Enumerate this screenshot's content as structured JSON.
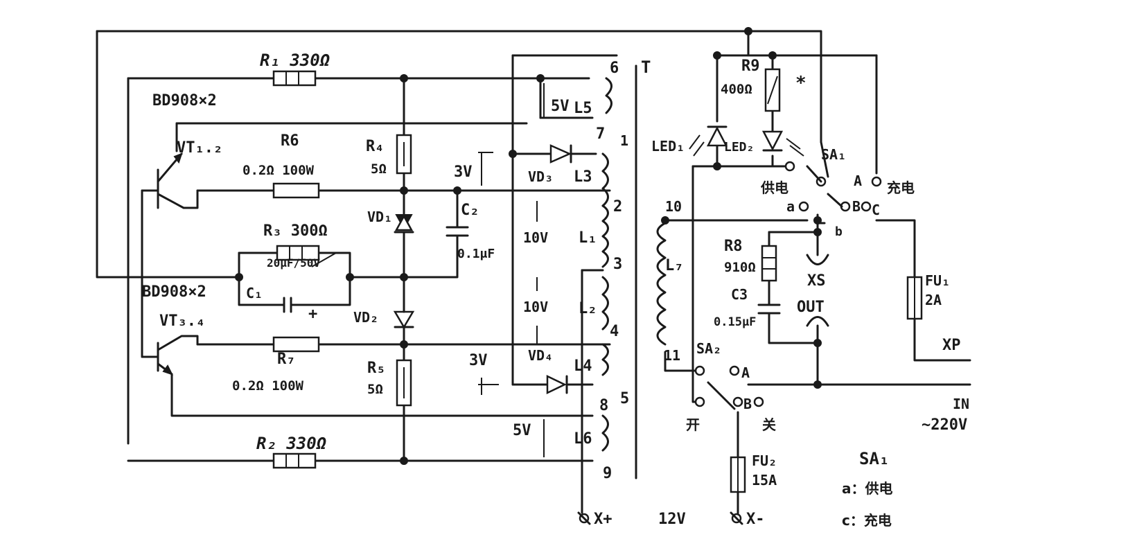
{
  "labels": {
    "r1": "R₁ 330Ω",
    "bd908_top": "BD908×2",
    "vt12": "VT₁.₂",
    "r6": "R6",
    "r6_spec": "0.2Ω 100W",
    "r4": "R₄",
    "r4_val": "5Ω",
    "r3": "R₃ 300Ω",
    "c1_val": "20μF/50V",
    "c1": "C₁",
    "plus": "+",
    "bd908_bot": "BD908×2",
    "vt34": "VT₃.₄",
    "r7": "R₇",
    "r7_spec": "0.2Ω 100W",
    "r5": "R₅",
    "r5_val": "5Ω",
    "r2": "R₂ 330Ω",
    "vd1": "VD₁",
    "vd2": "VD₂",
    "c2": "C₂",
    "c2_val": "0.1μF",
    "v3_top": "3V",
    "v3_bot": "3V",
    "v5_top": "5V",
    "v5_bot": "5V",
    "v10_a": "10V",
    "v10_b": "10V",
    "vd3": "VD₃",
    "vd4": "VD₄",
    "l5": "L5",
    "l3": "L3",
    "l1": "L₁",
    "l2": "L₂",
    "l4": "L4",
    "l6": "L6",
    "l7": "L₇",
    "t": "T",
    "n6": "6",
    "n7": "7",
    "n1": "1",
    "n2": "2",
    "n3": "3",
    "n4": "4",
    "n5": "5",
    "n8": "8",
    "n9": "9",
    "n10": "10",
    "n11": "11",
    "r9": "R9",
    "r9_val": "400Ω",
    "star": "*",
    "led1": "LED₁",
    "led2": "LED₂",
    "sa1": "SA₁",
    "supply": "供电",
    "a_top": "A",
    "charge": "充电",
    "a_low": "a",
    "b_top": "B",
    "c_low": "C",
    "b_low": "b",
    "r8": "R8",
    "r8_val": "910Ω",
    "c3": "C3",
    "c3_val": "0.15μF",
    "xs": "XS",
    "out": "OUT",
    "fu1": "FU₁",
    "fu1_val": "2A",
    "xp": "XP",
    "sa2": "SA₂",
    "a_sa2": "A",
    "b_sa2": "B",
    "sw_on": "开",
    "sw_off": "关",
    "in_lbl": "IN",
    "ac": "~220V",
    "fu2": "FU₂",
    "fu2_val": "15A",
    "x_plus": "X+",
    "v12": "12V",
    "x_minus": "X-",
    "legend_title": "SA₁",
    "legend_a": "a：供电",
    "legend_c": "c：充电"
  }
}
